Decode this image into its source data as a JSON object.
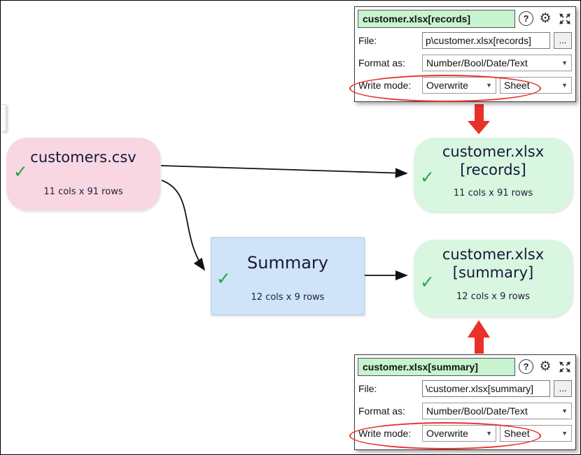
{
  "canvas": {
    "nodes": {
      "customers_csv": {
        "title": "customers.csv",
        "subtitle": "11 cols x 91 rows"
      },
      "records_output": {
        "title_line1": "customer.xlsx",
        "title_line2": "[records]",
        "subtitle": "11 cols x 91 rows"
      },
      "summary_transform": {
        "title": "Summary",
        "subtitle": "12 cols x 9 rows"
      },
      "summary_output": {
        "title_line1": "customer.xlsx",
        "title_line2": "[summary]",
        "subtitle": "12 cols x 9 rows"
      }
    }
  },
  "panels": {
    "records": {
      "title": "customer.xlsx[records]",
      "file_label": "File:",
      "file_value": "p\\customer.xlsx[records]",
      "browse_label": "...",
      "format_label": "Format as:",
      "format_value": "Number/Bool/Date/Text",
      "write_mode_label": "Write mode:",
      "write_mode_value": "Overwrite",
      "sheet_value": "Sheet"
    },
    "summary": {
      "title": "customer.xlsx[summary]",
      "file_label": "File:",
      "file_value": "\\customer.xlsx[summary]",
      "browse_label": "...",
      "format_label": "Format as:",
      "format_value": "Number/Bool/Date/Text",
      "write_mode_label": "Write mode:",
      "write_mode_value": "Overwrite",
      "sheet_value": "Sheet"
    }
  },
  "icons": {
    "check": "✓",
    "help": "?",
    "gear": "⚙",
    "dropdown": "▼"
  },
  "colors": {
    "source_node": "#f8d7e3",
    "output_node": "#d8f6e0",
    "transform_node": "#cfe4f8",
    "check_green": "#25a749",
    "highlight_red": "#e8312a",
    "panel_header_green": "#c8f3cf"
  }
}
